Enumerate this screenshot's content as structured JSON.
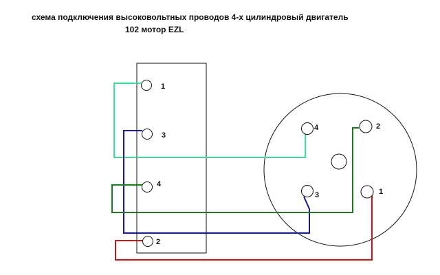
{
  "title": {
    "line1": "схема подключения высоковольтных проводов 4-х цилиндровый двигатель",
    "line2": "102 мотор EZL"
  },
  "coil_terminals": [
    {
      "label": "1",
      "wire": "teal"
    },
    {
      "label": "3",
      "wire": "navy"
    },
    {
      "label": "4",
      "wire": "green"
    },
    {
      "label": "2",
      "wire": "red"
    }
  ],
  "cap_terminals": [
    {
      "label": "4",
      "wire": "teal"
    },
    {
      "label": "2",
      "wire": "green"
    },
    {
      "label": "3",
      "wire": "navy"
    },
    {
      "label": "1",
      "wire": "red"
    }
  ],
  "wire_colors": {
    "teal": "#3ddc9a",
    "navy": "#1a1a8c",
    "green": "#1f7a1f",
    "red": "#c01818"
  }
}
